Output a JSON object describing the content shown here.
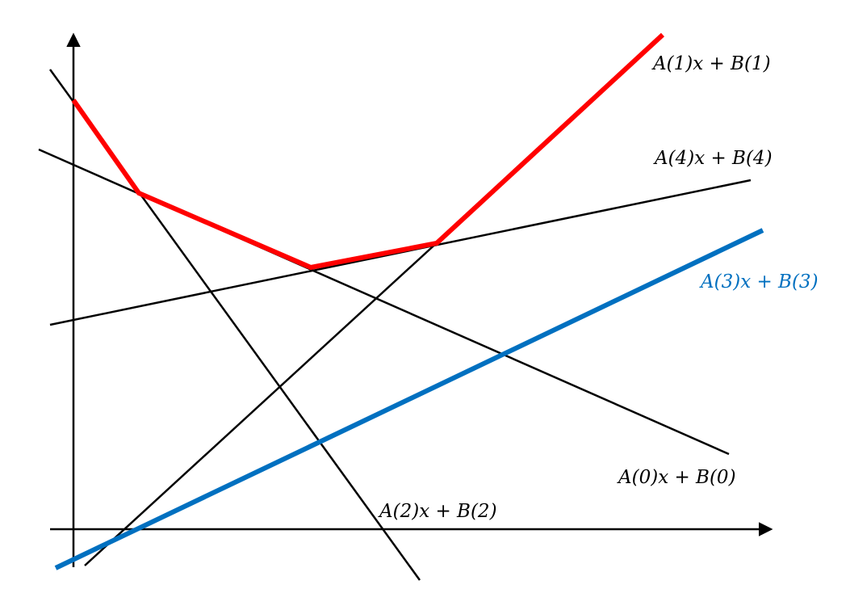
{
  "diagram": {
    "colors": {
      "axis": "#000000",
      "line": "#000000",
      "envelope": "#ff0000",
      "highlight": "#0070c0"
    },
    "lines": [
      {
        "id": "line-0",
        "label": "A(0)x + B(0)",
        "style": "normal"
      },
      {
        "id": "line-1",
        "label": "A(1)x + B(1)",
        "style": "normal"
      },
      {
        "id": "line-2",
        "label": "A(2)x + B(2)",
        "style": "normal"
      },
      {
        "id": "line-3",
        "label": "A(3)x + B(3)",
        "style": "highlight"
      },
      {
        "id": "line-4",
        "label": "A(4)x + B(4)",
        "style": "normal"
      }
    ],
    "envelope": {
      "style": "envelope"
    }
  }
}
